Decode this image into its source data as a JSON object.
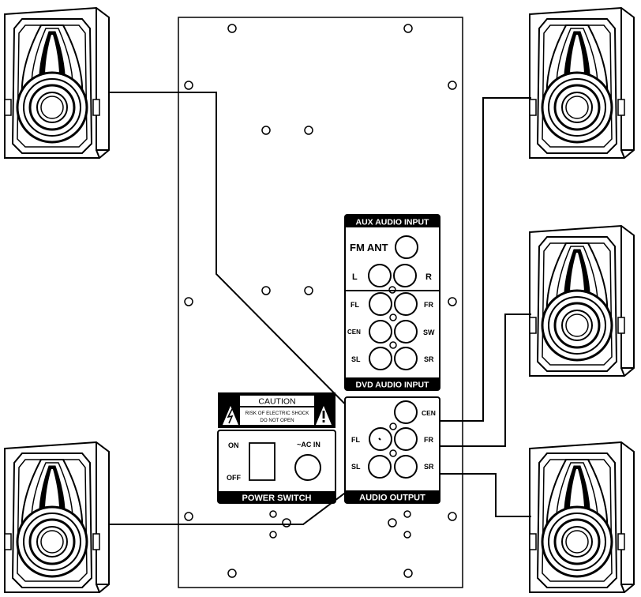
{
  "aux_panel": {
    "header": "AUX AUDIO INPUT",
    "fm_ant": "FM ANT",
    "left": "L",
    "right": "R"
  },
  "dvd_panel": {
    "fl": "FL",
    "fr": "FR",
    "cen": "CEN",
    "sw": "SW",
    "sl": "SL",
    "sr": "SR",
    "footer": "DVD AUDIO INPUT"
  },
  "caution": {
    "title": "CAUTION",
    "line1": "RISK OF ELECTRIC SHOCK",
    "line2": "DO NOT OPEN"
  },
  "power": {
    "on": "ON",
    "off": "OFF",
    "ac_in": "~AC IN",
    "footer": "POWER SWITCH"
  },
  "output_panel": {
    "cen": "CEN",
    "fl": "FL",
    "fr": "FR",
    "sl": "SL",
    "sr": "SR",
    "footer": "AUDIO OUTPUT"
  },
  "icons": {
    "speaker": "speaker-icon",
    "lightning": "lightning-icon",
    "exclamation": "exclamation-icon"
  },
  "colors": {
    "line": "#000000",
    "panel_fill": "#ffffff",
    "label_bar": "#000000",
    "label_text": "#ffffff"
  }
}
